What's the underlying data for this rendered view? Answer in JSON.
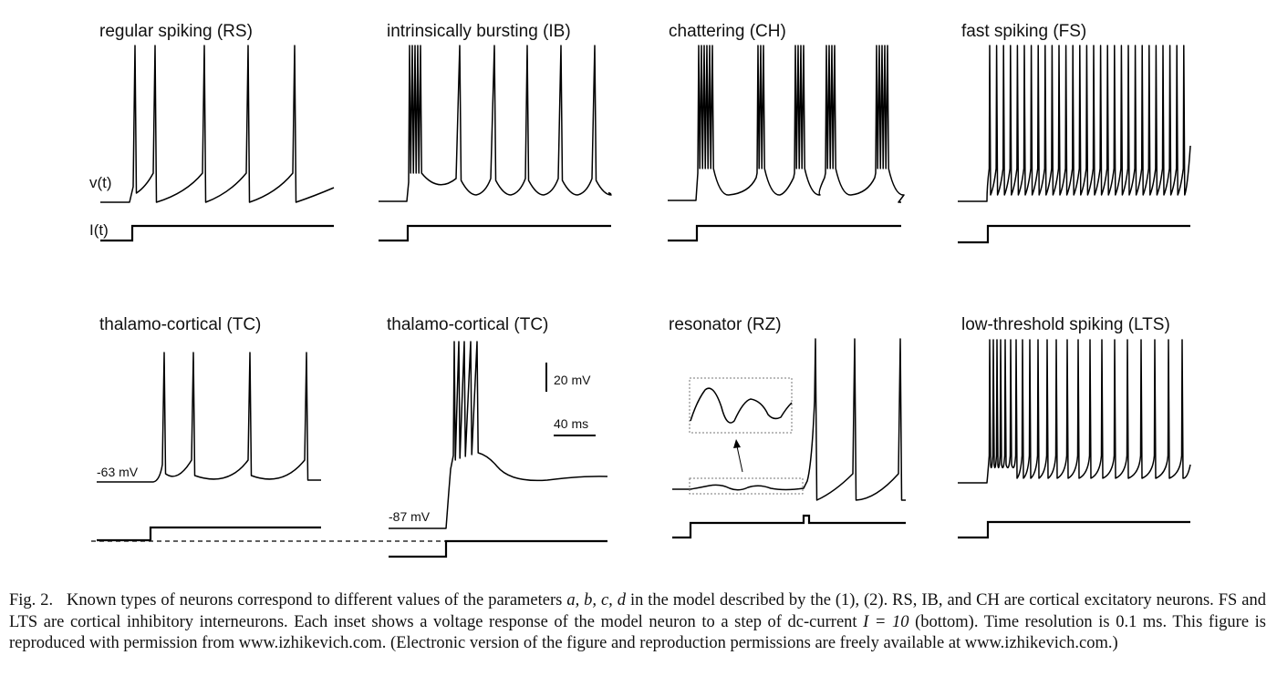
{
  "panels": [
    {
      "id": "rs",
      "title": "regular spiking (RS)"
    },
    {
      "id": "ib",
      "title": "intrinsically bursting (IB)"
    },
    {
      "id": "ch",
      "title": "chattering (CH)"
    },
    {
      "id": "fs",
      "title": "fast spiking (FS)"
    },
    {
      "id": "tc1",
      "title": "thalamo-cortical (TC)"
    },
    {
      "id": "tc2",
      "title": "thalamo-cortical (TC)"
    },
    {
      "id": "rz",
      "title": "resonator (RZ)"
    },
    {
      "id": "lts",
      "title": "low-threshold spiking (LTS)"
    }
  ],
  "labels": {
    "voltage": "v(t)",
    "current": "I(t)",
    "tc1_rest": "-63 mV",
    "tc2_rest": "-87 mV"
  },
  "scalebar": {
    "voltage": "20 mV",
    "time": "40 ms"
  },
  "caption": {
    "fig": "Fig. 2.",
    "text1": "Known types of neurons correspond to different values of the parameters",
    "params": "a, b, c, d",
    "text2": "in the model described by the (1), (2). RS, IB, and CH are cortical excitatory neurons. FS and LTS are cortical inhibitory interneurons. Each inset shows a voltage response of the model neuron to a step of dc-current",
    "eq": "I = 10",
    "text3": "(bottom). Time resolution is 0.1 ms. This figure is reproduced with permission from www.izhikevich.com. (Electronic version of the figure and reproduction permissions are freely available at www.izhikevich.com.)"
  }
}
